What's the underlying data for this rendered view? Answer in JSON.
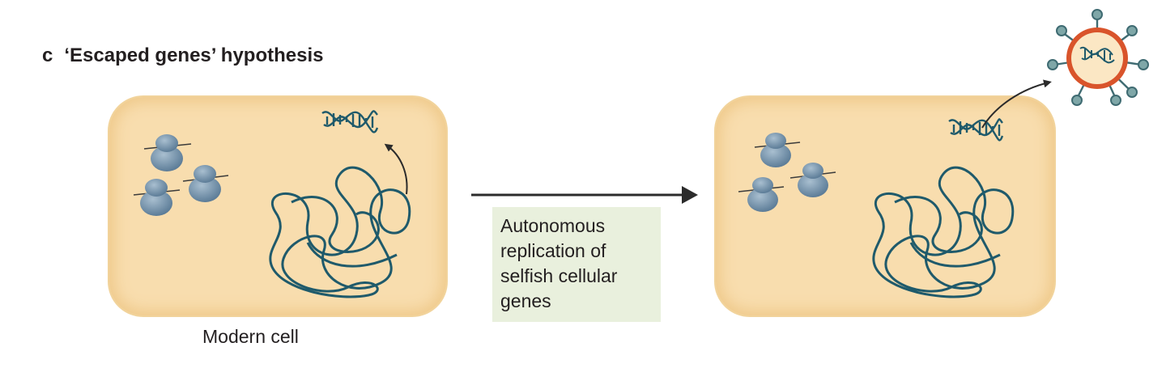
{
  "figure": {
    "panel_letter": "c",
    "panel_title": "‘Escaped genes’ hypothesis",
    "process_caption": "Autonomous replication of selfish cellular genes",
    "left_cell_label": "Modern cell"
  },
  "colors": {
    "cell_fill": "#f8ddae",
    "caption_box": "#e9f0dd",
    "dna": "#1f5a6b",
    "ribosome": "#6f8ea8",
    "capsid_ring": "#d9542b",
    "arrow": "#2b2b2b"
  },
  "icons": [
    "ribosome-icon",
    "genome-icon",
    "dna-fragment-icon",
    "virus-icon",
    "curved-arrow-icon",
    "process-arrow-icon"
  ]
}
